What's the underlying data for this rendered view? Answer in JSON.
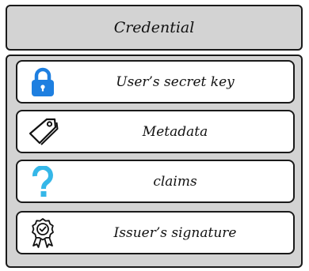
{
  "header": {
    "title": "Credential"
  },
  "items": [
    {
      "label": "User’s secret key",
      "icon": "lock-icon",
      "icon_color": "#1e7fe0"
    },
    {
      "label": "Metadata",
      "icon": "tag-icon",
      "icon_color": "#111111"
    },
    {
      "label": "claims",
      "icon": "question-mark-icon",
      "icon_color": "#35b7e8"
    },
    {
      "label": "Issuer’s signature",
      "icon": "certificate-badge-icon",
      "icon_color": "#111111"
    }
  ],
  "colors": {
    "panel_fill": "#d3d3d3",
    "row_fill": "#ffffff",
    "border": "#1a1a1a"
  }
}
